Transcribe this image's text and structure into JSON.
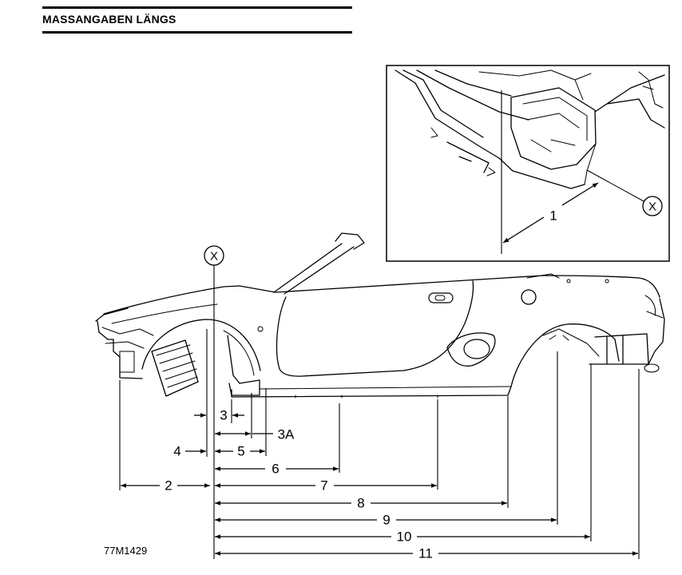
{
  "header": {
    "title": "MASSANGABEN LÄNGS"
  },
  "inset": {
    "dimension_label": "1",
    "reference_label": "X"
  },
  "main": {
    "reference_label": "X",
    "dimensions": {
      "d2": "2",
      "d3": "3",
      "d3a": "3A",
      "d4": "4",
      "d5": "5",
      "d6": "6",
      "d7": "7",
      "d8": "8",
      "d9": "9",
      "d10": "10",
      "d11": "11"
    }
  },
  "figure_code": "77M1429",
  "colors": {
    "ink": "#000000",
    "background": "#ffffff"
  }
}
